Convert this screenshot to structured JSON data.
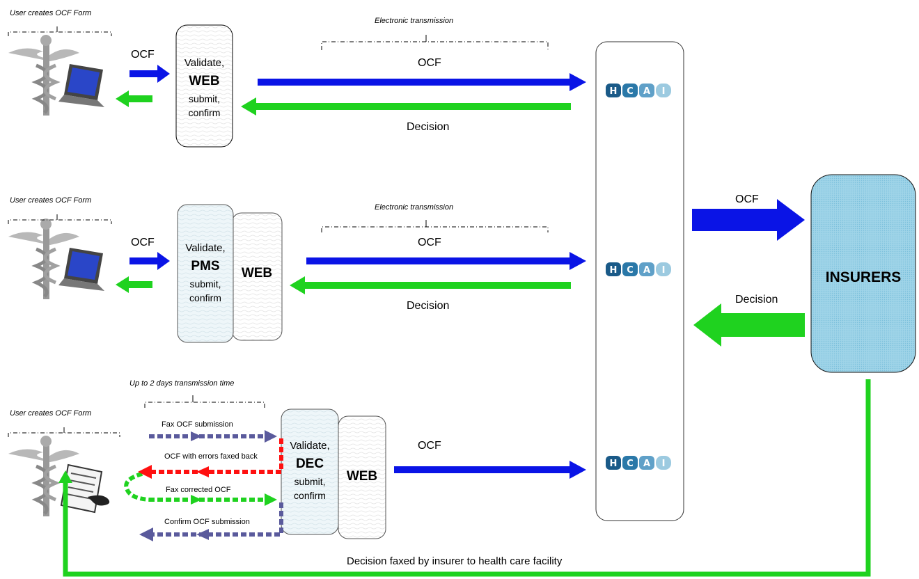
{
  "rows": [
    {
      "caption": "User creates OCF Form",
      "ocf_label": "OCF",
      "box": {
        "line1": "Validate,",
        "line2": "WEB",
        "line3": "submit,",
        "line4": "confirm"
      },
      "transmission_caption": "Electronic transmission",
      "ocf_arrow_label": "OCF",
      "decision_arrow_label": "Decision"
    },
    {
      "caption": "User creates OCF Form",
      "ocf_label": "OCF",
      "box": {
        "line1": "Validate,",
        "line2": "PMS",
        "line3": "submit,",
        "line4": "confirm"
      },
      "web_box": "WEB",
      "transmission_caption": "Electronic transmission",
      "ocf_arrow_label": "OCF",
      "decision_arrow_label": "Decision"
    },
    {
      "caption": "User creates OCF Form",
      "transmission_caption": "Up to 2 days transmission time",
      "fax_submit": "Fax OCF submission",
      "fax_errors": "OCF with errors faxed back",
      "fax_corrected": "Fax corrected OCF",
      "confirm_submit": "Confirm OCF submission",
      "box": {
        "line1": "Validate,",
        "line2": "DEC",
        "line3": "submit,",
        "line4": "confirm"
      },
      "web_box": "WEB",
      "ocf_arrow_label": "OCF"
    }
  ],
  "hcai_logo": "HCAI",
  "insurers": {
    "label": "INSURERS",
    "ocf_label": "OCF",
    "decision_label": "Decision"
  },
  "bottom_label": "Decision faxed by insurer to health care facility",
  "colors": {
    "blue": "#0a14e6",
    "green": "#1fd21f",
    "red": "#ff1010",
    "purple": "#5a5a9c",
    "hcai": "#1a6c9c"
  }
}
